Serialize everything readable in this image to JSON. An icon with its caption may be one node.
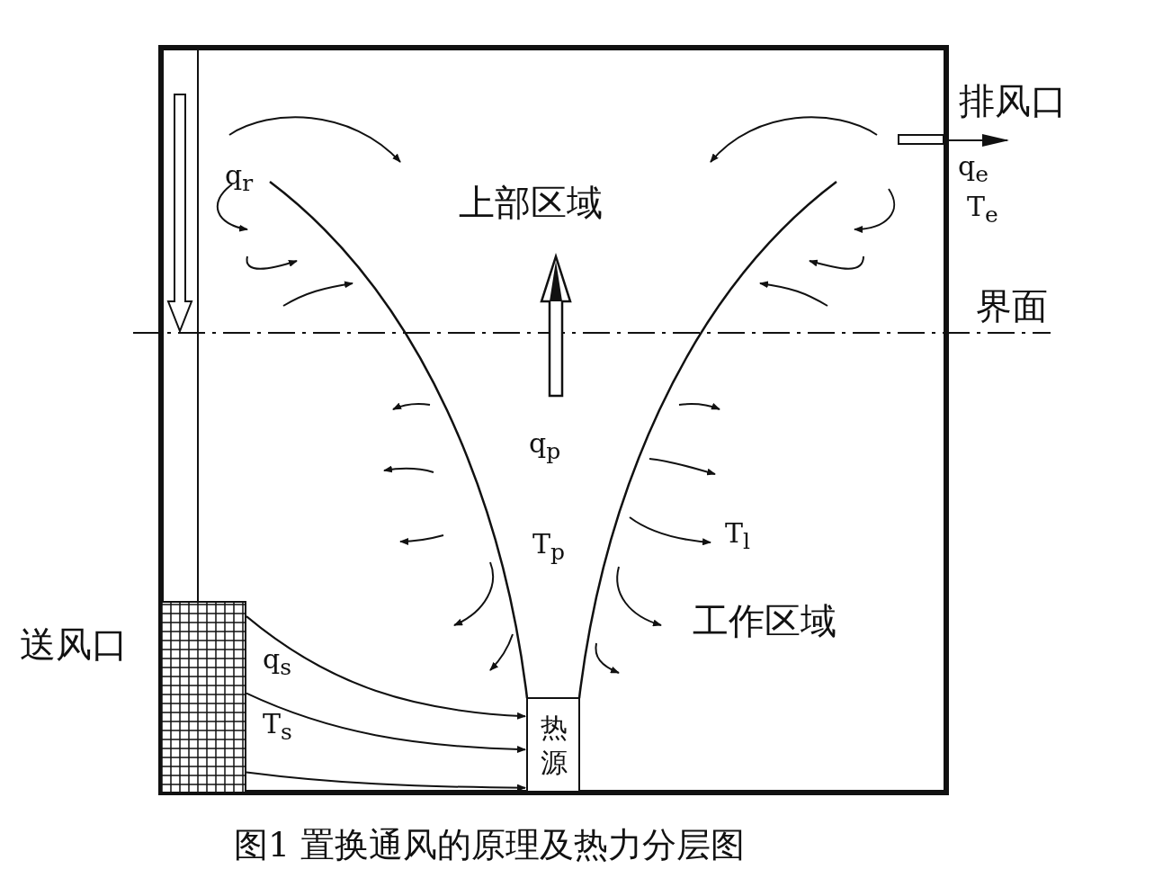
{
  "diagram": {
    "caption": "图1 置换通风的原理及热力分层图",
    "nodes": [
      {
        "text": [
          "送风口"
        ]
      },
      {
        "text": [
          "热源"
        ]
      },
      {
        "text": [
          "排风口"
        ]
      }
    ],
    "edges": [
      {
        "from": 0,
        "to": 1,
        "arrow": "to"
      },
      {
        "from": 0,
        "to": 1,
        "arrow": "to"
      },
      {
        "from": 0,
        "to": 1,
        "arrow": "to"
      },
      {
        "from": 2,
        "to": null,
        "arrow": "to"
      }
    ],
    "labels": [
      "q$_{r}$",
      "上部区域",
      "q$_{e}$",
      "T$_{e}$",
      "界面",
      "q$_{p}$",
      "T$_{p}$",
      "T$_{l}$",
      "工作区域",
      "q$_{s}$",
      "T$_{s}$"
    ]
  }
}
